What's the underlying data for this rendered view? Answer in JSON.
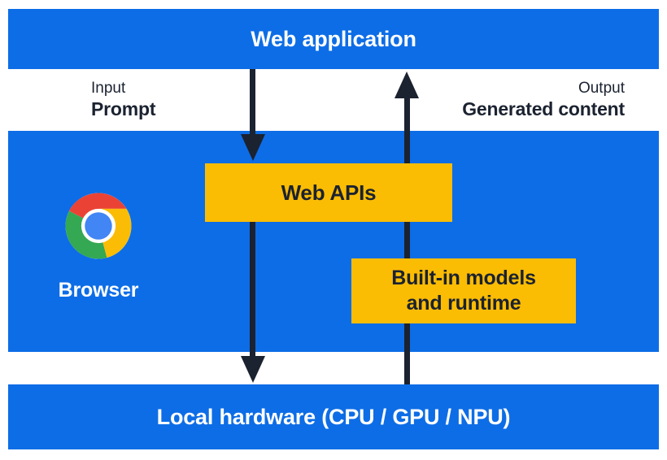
{
  "colors": {
    "panel_blue": "#0d6de6",
    "box_yellow": "#fbbc04",
    "ink": "#1b2230",
    "text_on_blue": "#ffffff",
    "chrome_red": "#ea4335",
    "chrome_green": "#34a853",
    "chrome_yellow": "#fbbc05",
    "chrome_blue": "#4285f4"
  },
  "top_bar": {
    "label": "Web application"
  },
  "flow_labels": {
    "input_caption": "Input",
    "input_label": "Prompt",
    "output_caption": "Output",
    "output_label": "Generated content"
  },
  "browser_panel": {
    "browser_label": "Browser",
    "web_apis_label": "Web APIs",
    "builtin_models_line1": "Built-in models",
    "builtin_models_line2": "and runtime"
  },
  "bottom_bar": {
    "label": "Local hardware (CPU / GPU / NPU)"
  },
  "icons": {
    "chrome_logo": "chrome-browser-logo"
  }
}
